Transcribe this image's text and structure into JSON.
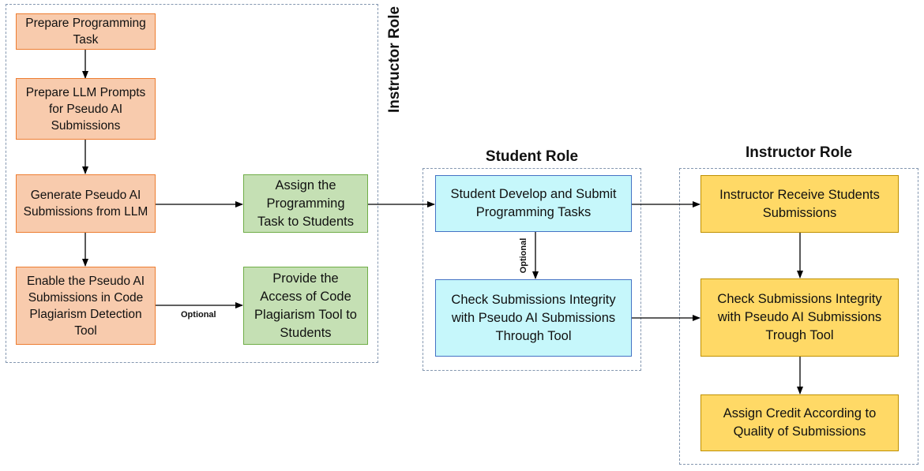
{
  "groups": {
    "instructor_left_title": "Instructor Role",
    "student_title": "Student Role",
    "instructor_right_title": "Instructor Role"
  },
  "nodes": {
    "prepare_task": "Prepare Programming\nTask",
    "prepare_prompts": "Prepare LLM Prompts\nfor Pseudo AI\nSubmissions",
    "generate_submissions": "Generate Pseudo AI\nSubmissions from LLM",
    "enable_submissions": "Enable the Pseudo AI\nSubmissions in Code\nPlagiarism Detection\nTool",
    "assign_task": "Assign the\nProgramming\nTask to Students",
    "provide_access": "Provide the\nAccess of Code\nPlagiarism Tool to\nStudents",
    "student_develop": "Student Develop and Submit\nProgramming Tasks",
    "student_check": "Check Submissions Integrity\nwith Pseudo AI Submissions\nThrough Tool",
    "instructor_receive": "Instructor Receive Students\nSubmissions",
    "instructor_check": "Check Submissions Integrity\nwith Pseudo AI Submissions\nTrough Tool",
    "assign_credit": "Assign Credit According to\nQuality of Submissions"
  },
  "edge_labels": {
    "enable_to_provide": "Optional",
    "develop_to_check": "Optional"
  },
  "colors": {
    "orange_fill": "#f8cbad",
    "green_fill": "#c5e0b4",
    "cyan_fill": "#c6f7fb",
    "yellow_fill": "#ffd966",
    "group_border": "#8497b0"
  }
}
